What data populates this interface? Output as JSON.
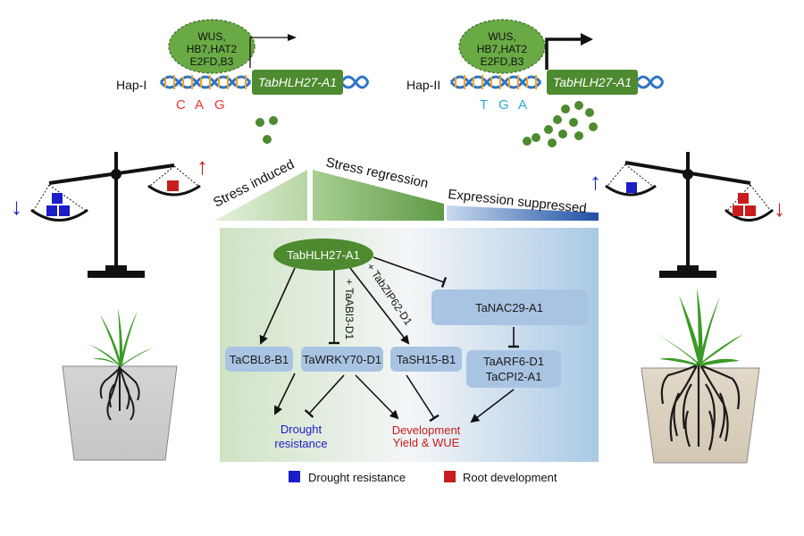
{
  "haplotypes": {
    "left": {
      "label": "Hap-I",
      "tf_cluster": [
        "WUS,",
        "HB7,HAT2",
        "E2FD,B3"
      ],
      "gene": "TabHLH27-A1",
      "snp_bases": [
        "C",
        "A",
        "G"
      ],
      "snp_color": "#e8322f"
    },
    "right": {
      "label": "Hap-II",
      "tf_cluster": [
        "WUS,",
        "HB7,HAT2",
        "E2FD,B3"
      ],
      "gene": "TabHLH27-A1",
      "snp_bases": [
        "T",
        "G",
        "A"
      ],
      "snp_color": "#2aa8d8"
    }
  },
  "phases": {
    "induced": "Stress induced",
    "regression": "Stress regression",
    "suppressed": "Expression suppressed"
  },
  "network": {
    "hub": "TabHLH27-A1",
    "tacbl": "TaCBL8-B1",
    "tawrky": "TaWRKY70-D1",
    "tash": "TaSH15-B1",
    "tanac": "TaNAC29-A1",
    "taarf_line1": "TaARF6-D1",
    "taarf_line2": "TaCPI2-A1",
    "edge_abi": "+ TaABI3-D1",
    "edge_bzip": "+ TabZIP62-D1",
    "drought_line1": "Drought",
    "drought_line2": "resistance",
    "dev_line1": "Development",
    "dev_line2": "Yield & WUE"
  },
  "legend": {
    "drought": "Drought resistance",
    "root": "Root development"
  },
  "colors": {
    "drought": "#1c1cc9",
    "root": "#c91c1c",
    "gene_box": "#4e8a2f",
    "tf_cluster": "#6aaa45",
    "node_box": "#a9c4e3"
  }
}
